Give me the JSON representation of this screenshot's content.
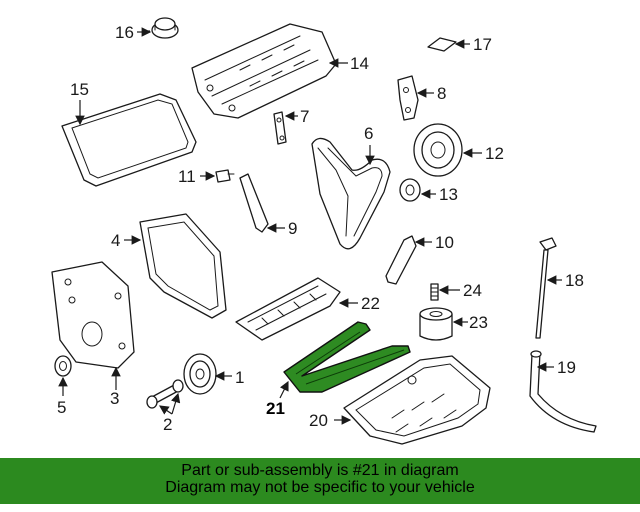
{
  "callouts": {
    "c1": "1",
    "c2": "2",
    "c3": "3",
    "c4": "4",
    "c5": "5",
    "c6": "6",
    "c7": "7",
    "c8": "8",
    "c9": "9",
    "c10": "10",
    "c11": "11",
    "c12": "12",
    "c13": "13",
    "c14": "14",
    "c15": "15",
    "c16": "16",
    "c17": "17",
    "c18": "18",
    "c19": "19",
    "c20": "20",
    "c21": "21",
    "c22": "22",
    "c23": "23",
    "c24": "24"
  },
  "highlighted_part": "21",
  "colors": {
    "highlight": "#2e8b22",
    "banner": "#2c8a1f"
  },
  "banner": {
    "line1": "Part or sub-assembly is #21 in diagram",
    "line2": "Diagram may not be specific to your vehicle"
  }
}
